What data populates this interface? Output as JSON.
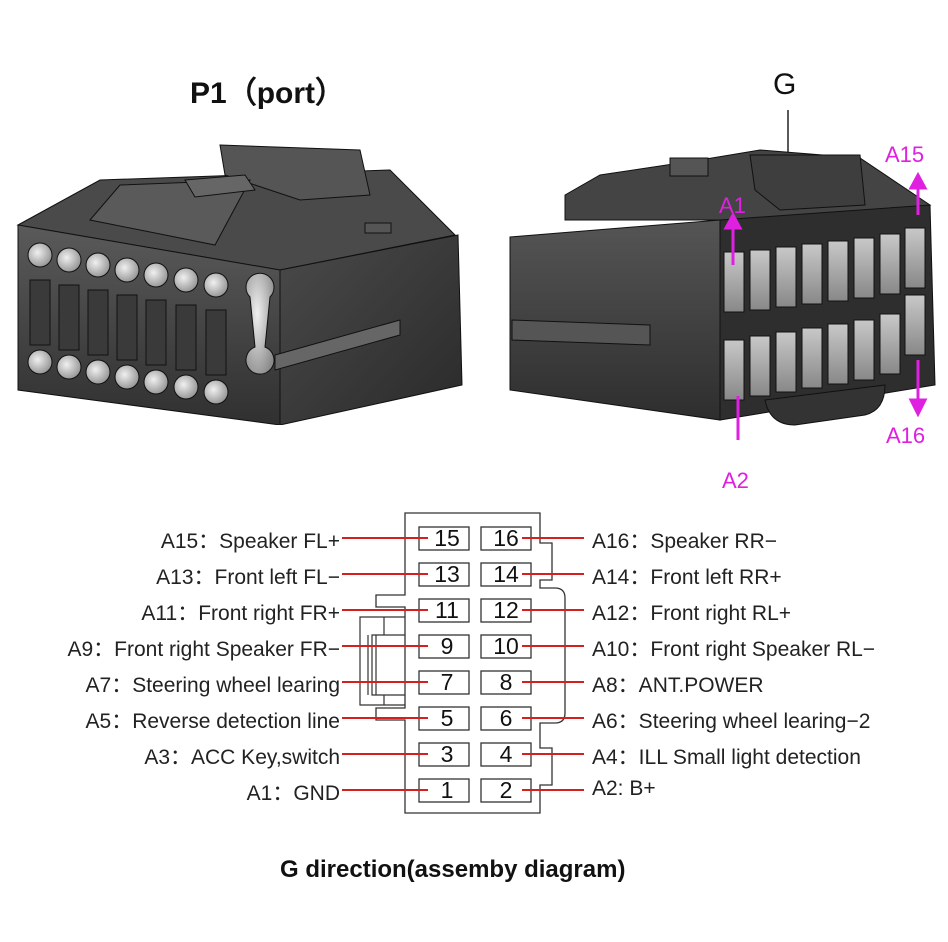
{
  "titles": {
    "p1": "P1（port）",
    "g": "G"
  },
  "pin_markers": {
    "a1": "A1",
    "a2": "A2",
    "a15": "A15",
    "a16": "A16",
    "color": "#e020e0"
  },
  "pinout": {
    "wire_color": "#d62020",
    "left": [
      {
        "pin": "15",
        "label": "A15：Speaker   FL+"
      },
      {
        "pin": "13",
        "label": "A13：Front left   FL−"
      },
      {
        "pin": "11",
        "label": "A11：Front right   FR+"
      },
      {
        "pin": "9",
        "label": "A9：Front right Speaker   FR−"
      },
      {
        "pin": "7",
        "label": "A7：Steering wheel learing"
      },
      {
        "pin": "5",
        "label": "A5：Reverse detection line"
      },
      {
        "pin": "3",
        "label": "A3：ACC Key,switch"
      },
      {
        "pin": "1",
        "label": "A1：GND"
      }
    ],
    "right": [
      {
        "pin": "16",
        "label": "A16：Speaker   RR−"
      },
      {
        "pin": "14",
        "label": "A14：Front left   RR+"
      },
      {
        "pin": "12",
        "label": "A12：Front right   RL+"
      },
      {
        "pin": "10",
        "label": "A10：Front right Speaker   RL−"
      },
      {
        "pin": "8",
        "label": "A8：ANT.POWER"
      },
      {
        "pin": "6",
        "label": "A6：Steering wheel learing−2"
      },
      {
        "pin": "4",
        "label": "A4：ILL   Small light detection"
      },
      {
        "pin": "2",
        "label": "A2: B+"
      }
    ]
  },
  "caption": "G direction(assemby diagram)"
}
